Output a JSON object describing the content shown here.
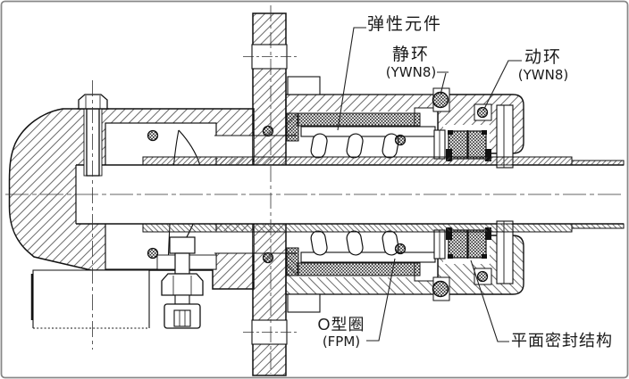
{
  "labels": {
    "elastic_element": "弹性元件",
    "stationary_ring": "静环",
    "stationary_ring_material": "(YWN8)",
    "rotating_ring": "动环",
    "rotating_ring_material": "(YWN8)",
    "o_ring": "O型圈",
    "o_ring_material": "(FPM)",
    "face_seal": "平面密封结构"
  },
  "colors": {
    "line": "#1a1a1a",
    "hatch": "#5a5a5a",
    "border": "#888888",
    "background": "#ffffff"
  }
}
